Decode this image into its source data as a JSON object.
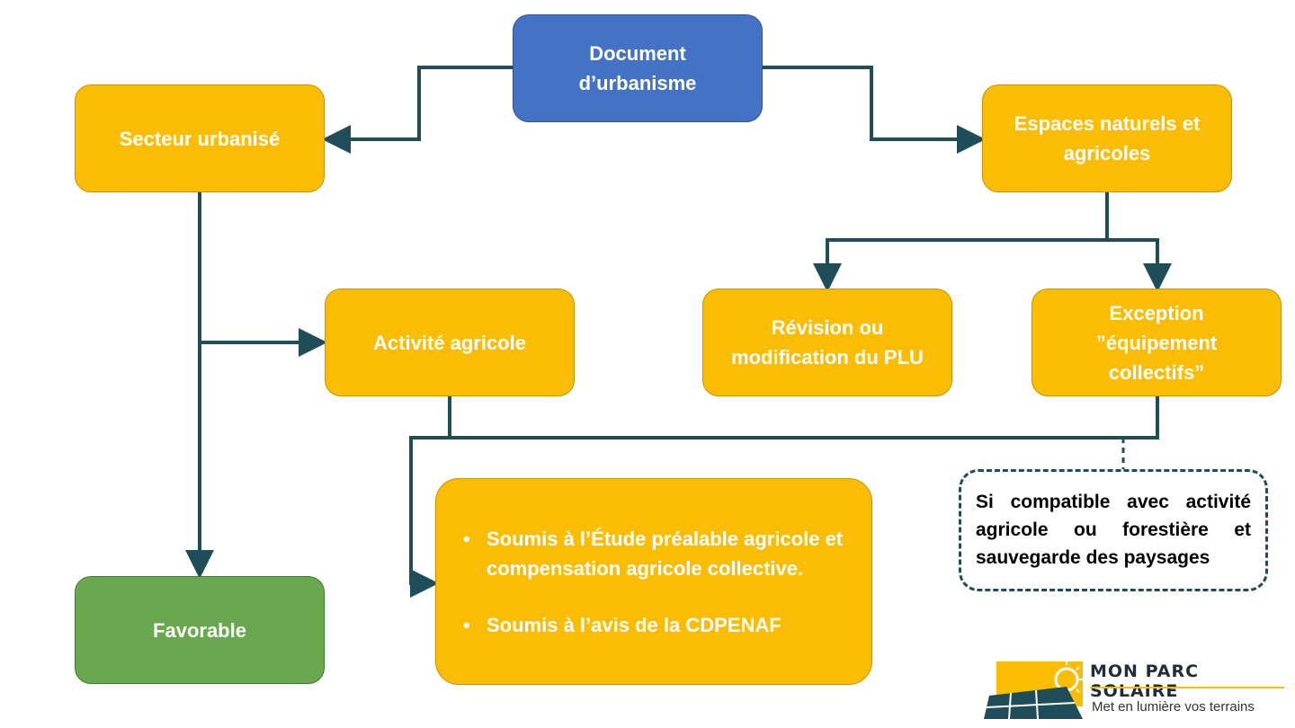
{
  "nodes": {
    "document": "Document\nd’urbanisme",
    "secteur": "Secteur urbanisé",
    "espaces": "Espaces naturels et\nagricoles",
    "activite": "Activité agricole",
    "revision": "Révision ou\nmodification du PLU",
    "exception": "Exception\n”équipement\ncollectifs”",
    "favorable": "Favorable",
    "details": [
      "Soumis à l’Étude préalable agricole et compensation agricole collective.",
      "Soumis à l’avis de la CDPENAF"
    ]
  },
  "note": "Si compatible avec activité agricole ou forestière et sauvegarde des paysages",
  "logo": {
    "title": "MON PARC SOLAIRE",
    "tagline": "Met en lumière vos terrains"
  },
  "colors": {
    "yellow": "#fbbc04",
    "blue": "#4472c4",
    "green": "#6aa84f",
    "connector": "#1f4e5a"
  }
}
